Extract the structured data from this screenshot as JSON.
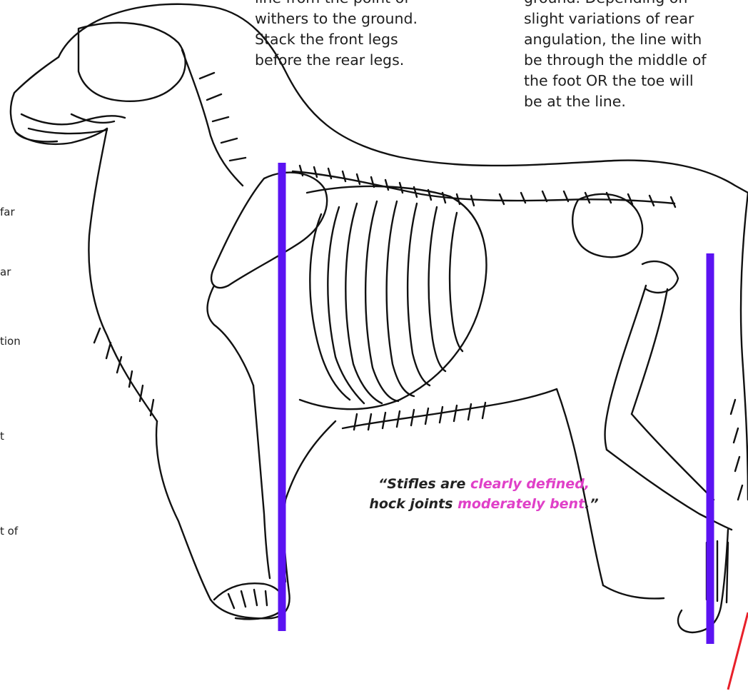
{
  "front_note": {
    "lines": [
      "line from the point of",
      "withers to the ground.",
      "Stack the front legs",
      "before the rear legs."
    ]
  },
  "rear_note": {
    "lines": [
      "ground. Depending on",
      "slight variations of rear",
      "angulation, the line with",
      "be through the middle of",
      "the foot OR the toe will",
      "be at the line."
    ]
  },
  "left_fragments": [
    "far",
    "ar",
    "tion",
    "t",
    "t of"
  ],
  "quote": {
    "open": "“",
    "part1": "Stifles are ",
    "hl1": "clearly defined,",
    "part2": "hock joints ",
    "hl2": "moderately bent",
    "close": ".”"
  },
  "colors": {
    "guide_line": "#5b13f2",
    "highlight": "#e040c8",
    "arrow": "#e8202a"
  }
}
